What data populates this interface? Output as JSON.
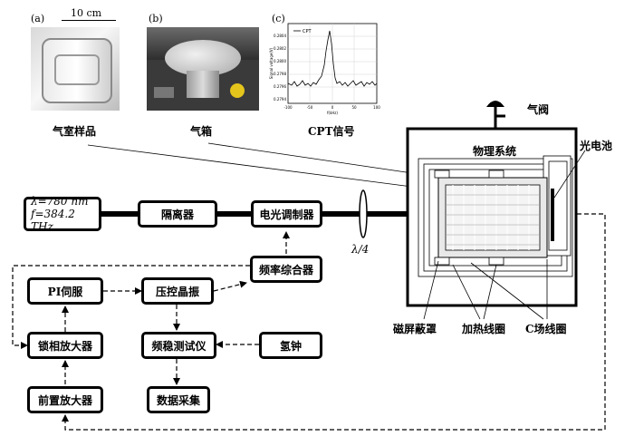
{
  "panels": {
    "a": {
      "tag": "(a)",
      "scale": "10 cm",
      "caption": "气室样品"
    },
    "b": {
      "tag": "(b)",
      "caption": "气箱"
    },
    "c": {
      "tag": "(c)",
      "caption": "CPT信号",
      "legend": "CPT",
      "ylabel": "Signal voltage(V)",
      "xlabel": "f(kHz)",
      "yticks": [
        "0.2804",
        "0.2802",
        "0.2800",
        "0.2798",
        "0.2796",
        "0.2794"
      ],
      "xticks": [
        "-100",
        "-50",
        "0",
        "50",
        "100"
      ]
    }
  },
  "laser": {
    "line1": "λ=780 nm",
    "line2": "f=384.2 THz"
  },
  "blocks": {
    "isolator": "隔离器",
    "eom": "电光调制器",
    "synth": "频率综合器",
    "pi": "PI伺服",
    "vcxo": "压控晶振",
    "lockin": "锁相放大器",
    "freqtest": "频稳测试仪",
    "hmaser": "氢钟",
    "preamp": "前置放大器",
    "daq": "数据采集"
  },
  "physics": {
    "title": "物理系统",
    "valve": "气阀",
    "photodiode": "光电池",
    "shield": "磁屏蔽罩",
    "heater": "加热线圈",
    "ccoil": "C场线圈",
    "waveplate": "λ/4"
  }
}
